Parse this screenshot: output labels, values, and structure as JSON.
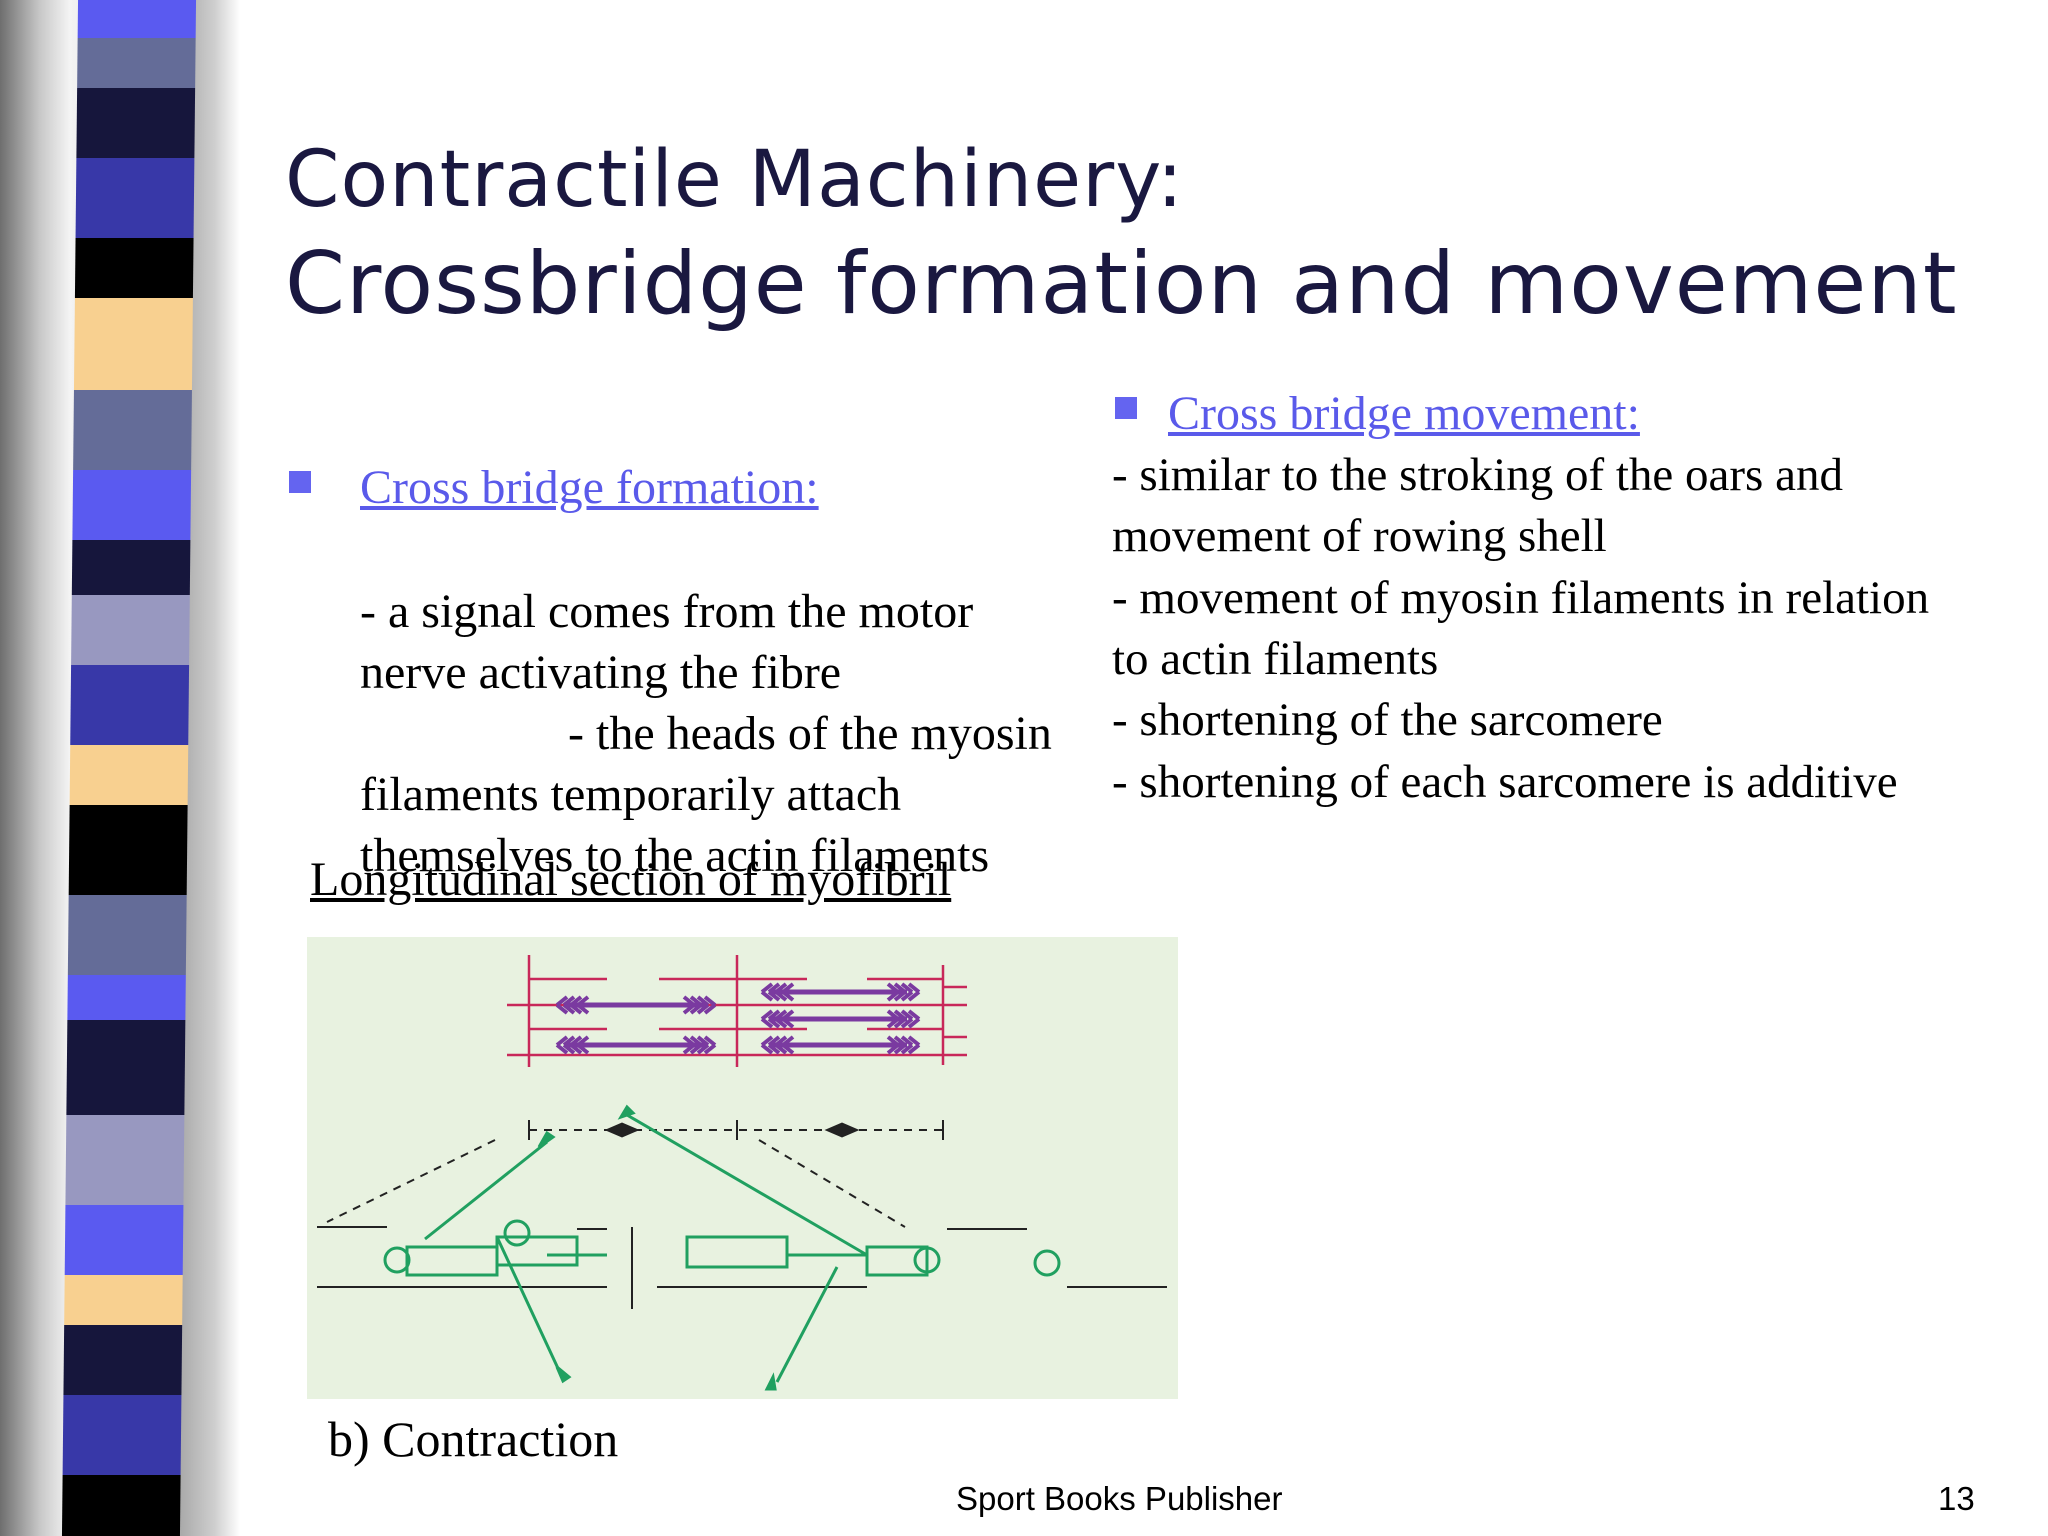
{
  "slide": {
    "title_line1": "Contractile Machinery:",
    "title_line2": "Crossbridge formation and movement"
  },
  "left_column": {
    "heading": "Cross bridge formation:",
    "lines": [
      "- a signal comes from the motor",
      "nerve activating the fibre",
      "- the heads of the myosin",
      "filaments temporarily attach",
      "themselves to the actin filaments"
    ]
  },
  "right_column": {
    "heading": "Cross bridge movement:",
    "lines": [
      "- similar to the stroking of the oars and",
      "movement of rowing shell",
      "- movement of myosin filaments in relation",
      "to actin filaments",
      "- shortening of the sarcomere",
      "- shortening of each sarcomere is additive"
    ]
  },
  "figure": {
    "caption_top": "Longitudinal section of myofibril",
    "caption_bottom": "b) Contraction"
  },
  "footer": {
    "publisher": "Sport Books Publisher",
    "page_number": "13"
  },
  "colors": {
    "title": "#1a1840",
    "link": "#5a5aea",
    "bullet": "#6464f0",
    "myosin": "#7a3aa0",
    "z_line": "#c8285a",
    "rower": "#20a060",
    "stripe_navy": "#16163c",
    "stripe_blue": "#3838a8",
    "stripe_bright": "#5a5af0",
    "stripe_slate": "#646c98",
    "stripe_lavender": "#9898c0",
    "stripe_peach": "#f8d090",
    "stripe_black": "#000000"
  }
}
